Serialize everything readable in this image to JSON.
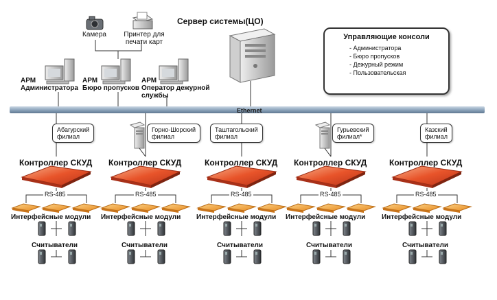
{
  "server_title": "Сервер системы(ЦО)",
  "consoles": {
    "title": "Управляющие консоли",
    "items": [
      "- Администратора",
      "- Бюро пропусков",
      "- Дежурный режим",
      "- Пользовательская"
    ]
  },
  "peripherals": {
    "camera": "Камера",
    "printer": "Принтер для\nпечати карт"
  },
  "workstations": [
    {
      "label": "АРМ\nАдминистратора"
    },
    {
      "label": "АРМ\nБюро пропусков"
    },
    {
      "label": "АРМ\nОператор дежурной\nслужбы"
    }
  ],
  "network_label": "Ethernet",
  "branches": [
    {
      "name": "Абагурский\nфилиал"
    },
    {
      "name": "Горно-Шорский\nфилиал"
    },
    {
      "name": "Таштагольский\nфилиал"
    },
    {
      "name": "Гурьевский\nфилиал*"
    },
    {
      "name": "Казский\nфилиал"
    }
  ],
  "controller_label": "Контроллер СКУД",
  "bus_label": "RS-485",
  "modules_label": "Интерфейсные модули",
  "readers_label": "Считыватели",
  "colors": {
    "ethernet": "#8fa6bd",
    "controller": "#e8542a",
    "module": "#f2a13a",
    "reader": "#555a60"
  }
}
